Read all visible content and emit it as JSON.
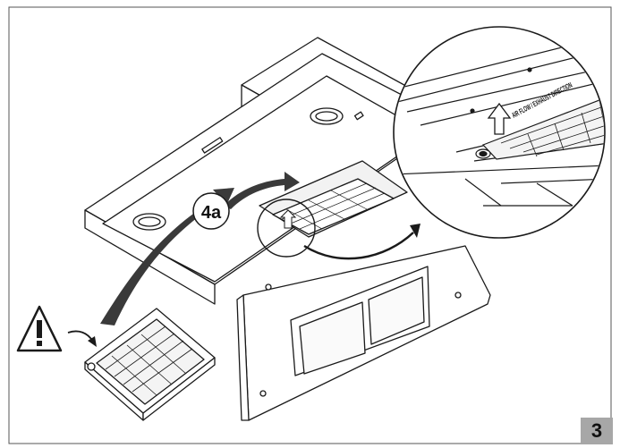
{
  "step_label": "4a",
  "page_badge": "3",
  "airflow_text": "AIR FLOW / EXHAUST DIRECTION",
  "warning_icon": "warning-triangle-icon",
  "colors": {
    "line": "#1a1a1a",
    "arrow": "#3a3a3a",
    "badge": "#a7a7a7",
    "frame": "#555555"
  }
}
